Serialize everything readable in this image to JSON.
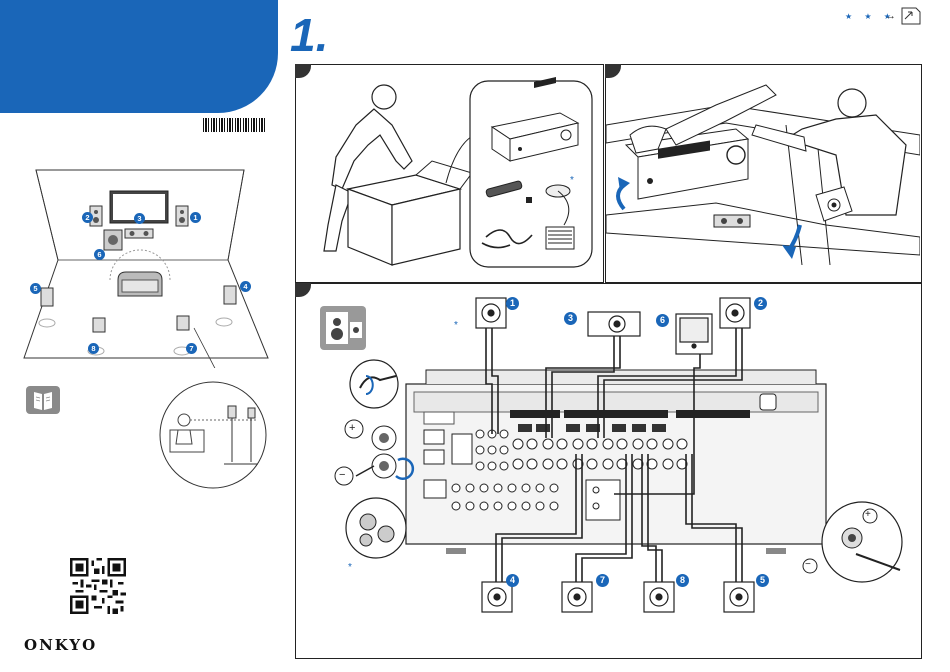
{
  "header": {
    "step_number": "1.",
    "stars": "★ ★ ★",
    "arrow": "→",
    "next_icon": "page-forward-icon"
  },
  "brand": {
    "logo_text": "ONKYO",
    "banner_color": "#1a66b8",
    "accent_color": "#1a66b8"
  },
  "barcode": {
    "caption": ""
  },
  "room_layout": {
    "speakers": [
      {
        "number": "1"
      },
      {
        "number": "2"
      },
      {
        "number": "3"
      },
      {
        "number": "4"
      },
      {
        "number": "5"
      },
      {
        "number": "6"
      },
      {
        "number": "7"
      },
      {
        "number": "8"
      }
    ]
  },
  "wiring": {
    "speaker_badges": [
      {
        "number": "1"
      },
      {
        "number": "3"
      },
      {
        "number": "6"
      },
      {
        "number": "2"
      },
      {
        "number": "4"
      },
      {
        "number": "7"
      },
      {
        "number": "8"
      },
      {
        "number": "5"
      }
    ],
    "plus": "+",
    "minus": "−",
    "terminal_plus": "⊕",
    "terminal_minus": "⊖",
    "asterisk": "*"
  },
  "icons": {
    "manual": "book-icon",
    "speaker_setup": "speaker-set-icon",
    "qr": "qr-code-icon"
  }
}
